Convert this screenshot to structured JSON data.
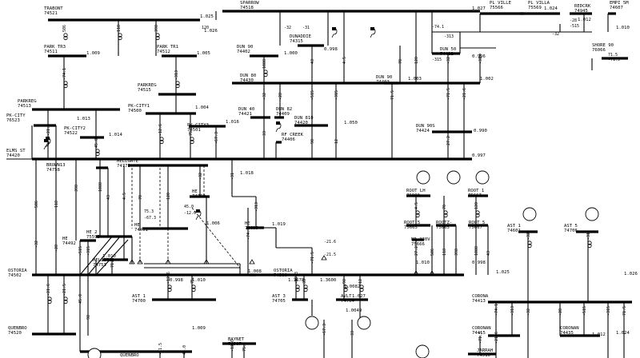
{
  "buses": [
    {
      "id": "b-trabont",
      "name": "TRABONT",
      "num": "74521"
    },
    {
      "id": "b-sparrow",
      "name": "SPARROW",
      "num": "74518"
    },
    {
      "id": "b-plville",
      "name": "PL VILLE",
      "num": "75566"
    },
    {
      "id": "b-plvilla",
      "name": "PL VILLA",
      "num": "75569"
    },
    {
      "id": "b-redcrk",
      "name": "REDCRK",
      "num": "74945"
    },
    {
      "id": "b-empire",
      "name": "EMPI 5M",
      "num": "74607"
    },
    {
      "id": "b-park",
      "name": "PARK TR3",
      "num": "74511"
    },
    {
      "id": "b-park2",
      "name": "PARK TR1",
      "num": "74512"
    },
    {
      "id": "b-dun90",
      "name": "DUN 90",
      "num": "74402"
    },
    {
      "id": "b-dunadd",
      "name": "DUNADDIE",
      "num": "74315"
    },
    {
      "id": "b-dun50",
      "name": "DUN 50",
      "num": "74412"
    },
    {
      "id": "b-shore",
      "name": "SHORE 90",
      "num": "76066"
    },
    {
      "id": "b-parkreg",
      "name": "PARKREG",
      "num": "74515"
    },
    {
      "id": "b-dun80",
      "name": "DUN 80",
      "num": "74430"
    },
    {
      "id": "b-dun90b",
      "name": "DUN 90",
      "num": "74403"
    },
    {
      "id": "b-parkreg2",
      "name": "PARKREG",
      "num": "74513"
    },
    {
      "id": "b-pkcity1",
      "name": "PK-CITY1",
      "num": "74500"
    },
    {
      "id": "b-dun40",
      "name": "DUN 40",
      "num": "74421"
    },
    {
      "id": "b-dun82",
      "name": "DUN 82",
      "num": "74409"
    },
    {
      "id": "b-pkcity",
      "name": "PK-CITY",
      "num": "76523"
    },
    {
      "id": "b-pkcity2",
      "name": "PK-CITY2",
      "num": "74522"
    },
    {
      "id": "b-pkcity3",
      "name": "PK-CITY3",
      "num": "74501"
    },
    {
      "id": "b-dun810",
      "name": "DUN 810",
      "num": "74420"
    },
    {
      "id": "b-rfcreek",
      "name": "RF CREEK",
      "num": "74406"
    },
    {
      "id": "b-dun90s",
      "name": "DUN 90S",
      "num": "74424"
    },
    {
      "id": "b-elmst",
      "name": "ELMS ST",
      "num": "74420"
    },
    {
      "id": "b-brown",
      "name": "BROWN13",
      "num": "74758"
    },
    {
      "id": "b-hellgate",
      "name": "HELLGATE",
      "num": "74773"
    },
    {
      "id": "b-he",
      "name": "HE",
      "num": "74780"
    },
    {
      "id": "b-he2",
      "name": "HE 2",
      "num": "75593"
    },
    {
      "id": "b-he3",
      "name": "HE",
      "num": "74491"
    },
    {
      "id": "b-he4",
      "name": "HE",
      "num": "74695"
    },
    {
      "id": "b-he5",
      "name": "HE",
      "num": "74492"
    },
    {
      "id": "b-hellet",
      "name": "HELLET13",
      "num": "74753"
    },
    {
      "id": "b-ostoria",
      "name": "OSTORIA",
      "num": "74502"
    },
    {
      "id": "b-ostoria2",
      "name": "OSTORIA",
      "num": "74500"
    },
    {
      "id": "b-rootlh",
      "name": "ROOT LH",
      "num": "76900"
    },
    {
      "id": "b-root2",
      "name": "ROOT 5",
      "num": "75665"
    },
    {
      "id": "b-rootz",
      "name": "ROOTZ-",
      "num": "75665"
    },
    {
      "id": "b-root3",
      "name": "ROOT 5",
      "num": "75667"
    },
    {
      "id": "b-root4",
      "name": "ROOT 1",
      "num": "75667"
    },
    {
      "id": "b-nr",
      "name": "NR 230V",
      "num": "75666"
    },
    {
      "id": "b-ast1",
      "name": "AST 1",
      "num": "74601"
    },
    {
      "id": "b-ast5",
      "name": "AST 5",
      "num": "74706"
    },
    {
      "id": "b-ast2",
      "name": "AST 1",
      "num": "74700"
    },
    {
      "id": "b-ast3",
      "name": "AST 3",
      "num": "74705"
    },
    {
      "id": "b-avlt",
      "name": "AVLT",
      "num": "74704"
    },
    {
      "id": "b-corona",
      "name": "CORONA",
      "num": "74413"
    },
    {
      "id": "b-coroman",
      "name": "CORONAN",
      "num": "74415"
    },
    {
      "id": "b-coroma2",
      "name": "CORONAN",
      "num": "74435"
    },
    {
      "id": "b-quen",
      "name": "QUENBRO",
      "num": "74520"
    },
    {
      "id": "b-quen2",
      "name": "QUENBRO",
      "num": "74503"
    },
    {
      "id": "b-baynet",
      "name": "BAYNET",
      "num": "74507"
    },
    {
      "id": "b-jarrah",
      "name": "JARRAH",
      "num": "74510"
    }
  ],
  "pu": [
    "1.025",
    "1.026",
    "1.027",
    "1.024",
    "1.012",
    "1.010",
    "1.009",
    "1.005",
    "1.000",
    "0.998",
    "0.996",
    "1.002",
    "1.003",
    "1.004",
    "1.013",
    "1.014",
    "1.016",
    "1.050",
    "0.990",
    "0.997",
    "1.018",
    "1.019",
    "1.006",
    "1.008"
  ],
  "flows": [
    "506",
    "118",
    "398",
    "1088",
    "43",
    "4.5",
    "70",
    "120",
    "-32",
    "-31",
    "-74.1",
    "-313",
    "-32",
    "-28",
    "-515",
    "-315",
    "71.5",
    "-71.5",
    "-21.6",
    "-21.5",
    "45.0",
    "-12.6",
    "75.3",
    "-67.3",
    "33",
    "98",
    "12",
    "27.2"
  ],
  "sections": [
    "0.998",
    "1.010",
    "1.3678",
    "1.3600",
    "1.0082",
    "1.0049"
  ]
}
